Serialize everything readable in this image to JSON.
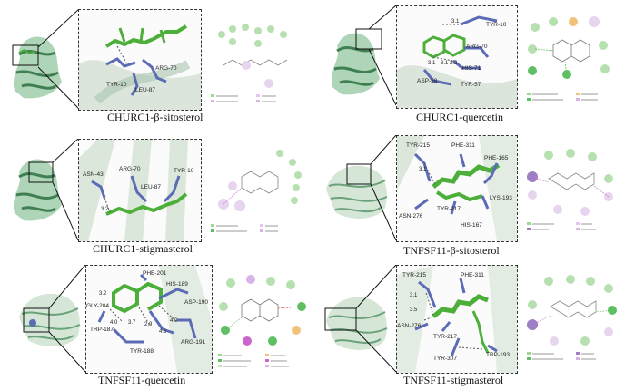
{
  "panels": [
    {
      "caption": "CHURC1-β-sitosterol",
      "residues": [
        "ARG-70",
        "TYR-10",
        "LEU-87"
      ],
      "distances": []
    },
    {
      "caption": "CHURC1-quercetin",
      "residues": [
        "TYR-10",
        "ARG-70",
        "HIS-71",
        "ASP-58",
        "TYR-57"
      ],
      "distances": [
        "3.1",
        "3.1",
        "3.1",
        "2.2"
      ]
    },
    {
      "caption": "CHURC1-stigmasterol",
      "residues": [
        "ASN-43",
        "ARG-70",
        "LEU-87",
        "TYR-10"
      ],
      "distances": [
        "3.2"
      ]
    },
    {
      "caption": "TNFSF11-β-sitosterol",
      "residues": [
        "TYR-215",
        "PHE-311",
        "PHE-165",
        "LYS-193",
        "ASN-276",
        "TYR-217",
        "HIS-167"
      ],
      "distances": [
        "3.1"
      ]
    },
    {
      "caption": "TNFSF11-quercetin",
      "residues": [
        "PHE-201",
        "HIS-189",
        "ASP-190",
        "GLY-204",
        "TRP-187",
        "TYR-188",
        "ARG-191"
      ],
      "distances": [
        "3.2",
        "3.7",
        "4.0",
        "2.9",
        "4.0",
        "4.5"
      ]
    },
    {
      "caption": "TNFSF11-stigmasterol",
      "residues": [
        "TYR-215",
        "PHE-311",
        "ASN-276",
        "TYR-217",
        "TYR-307",
        "TRP-193"
      ],
      "distances": [
        "3.1",
        "3.5"
      ]
    }
  ],
  "colors": {
    "protein": "#5f9e6e",
    "ligand": "#4caf3a",
    "residue": "#5b6bb5",
    "hbond": "#555555"
  }
}
